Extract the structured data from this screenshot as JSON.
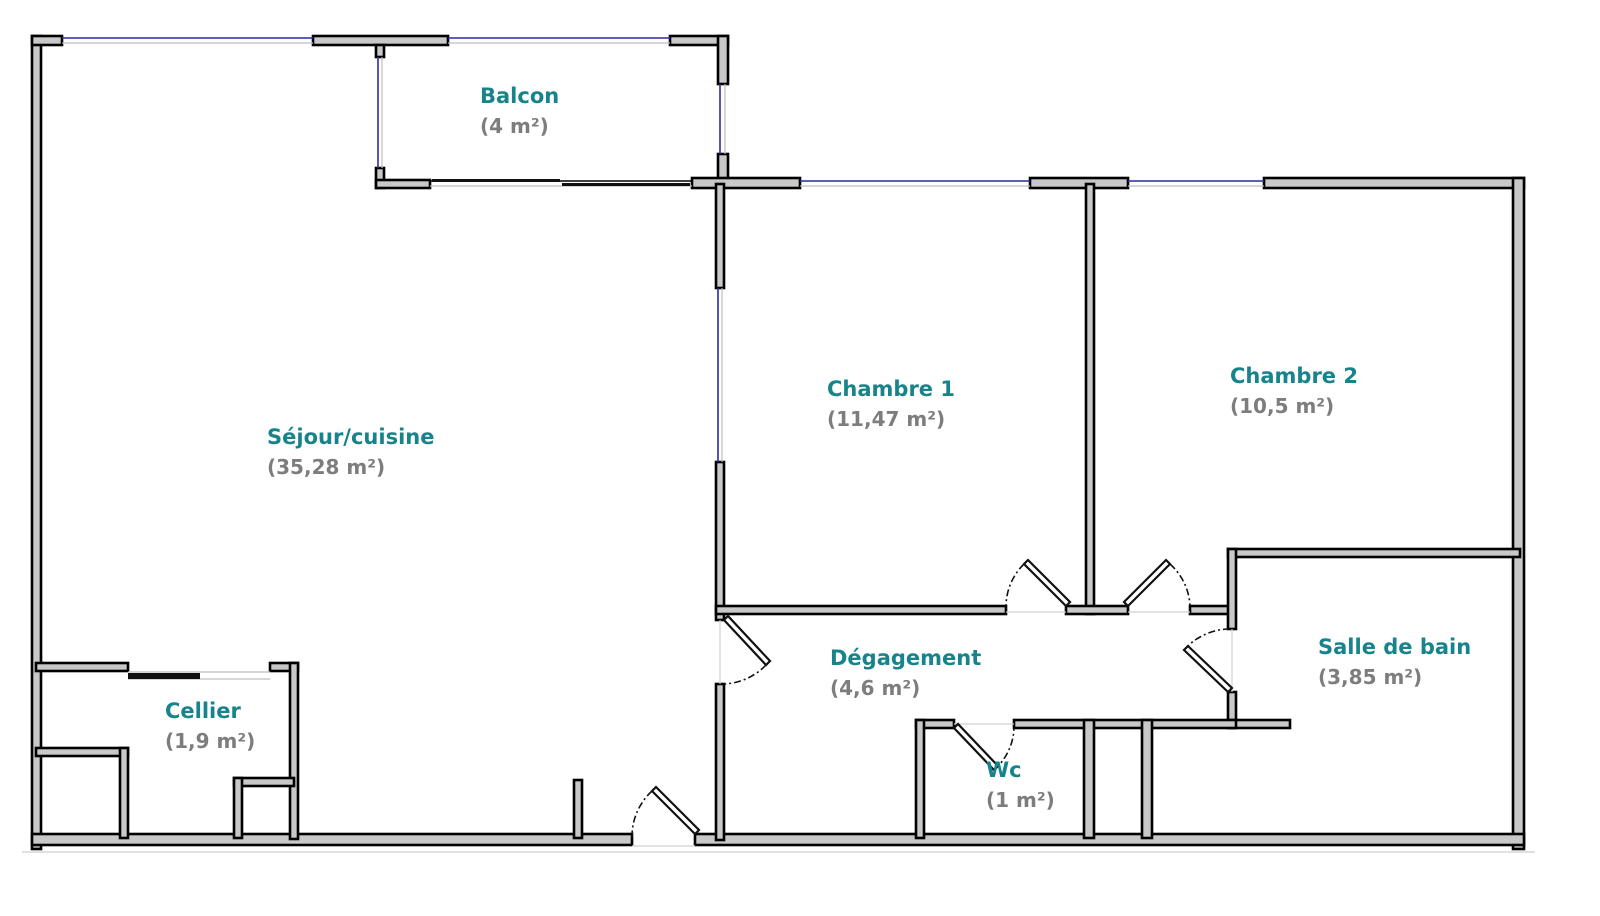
{
  "plan": {
    "rooms": [
      {
        "id": "sejour",
        "name": "Séjour/cuisine",
        "area": "(35,28 m²)"
      },
      {
        "id": "balcon",
        "name": "Balcon",
        "area": "(4 m²)"
      },
      {
        "id": "chambre1",
        "name": "Chambre 1",
        "area": "(11,47 m²)"
      },
      {
        "id": "chambre2",
        "name": "Chambre 2",
        "area": "(10,5 m²)"
      },
      {
        "id": "degagement",
        "name": "Dégagement",
        "area": "(4,6 m²)"
      },
      {
        "id": "salle-de-bain",
        "name": "Salle de bain",
        "area": "(3,85 m²)"
      },
      {
        "id": "cellier",
        "name": "Cellier",
        "area": "(1,9 m²)"
      },
      {
        "id": "wc",
        "name": "Wc",
        "area": "(1 m²)"
      }
    ],
    "colors": {
      "room_name": "#17838a",
      "room_area": "#7d7d7d",
      "wall_fill": "#c8c8c8",
      "window": "#2a2aa0"
    }
  }
}
